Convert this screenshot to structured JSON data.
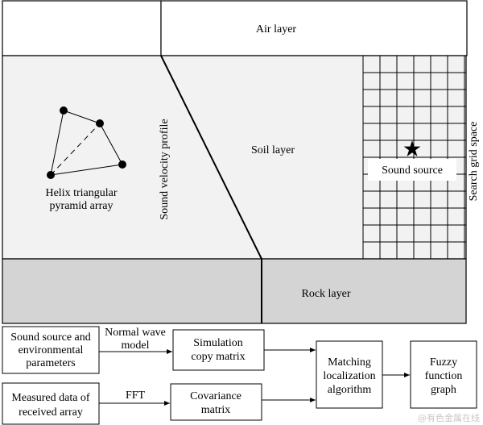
{
  "colors": {
    "soil_fill": "#f2f2f2",
    "rock_fill": "#d4d4d4",
    "line": "#000000",
    "watermark": "#c7c7c7"
  },
  "layers": {
    "air": "Air layer",
    "soil": "Soil layer",
    "rock": "Rock layer"
  },
  "labels": {
    "array": [
      "Helix triangular",
      "pyramid array"
    ],
    "sound_velocity_profile": "Sound velocity profile",
    "search_grid_space": "Search grid space",
    "sound_source": "Sound source"
  },
  "icons": {
    "sound_source_marker": "star-icon",
    "array_hydrophones": "dot-icon"
  },
  "flowchart": {
    "box_source_params": [
      "Sound source and",
      "environmental",
      "parameters"
    ],
    "box_measured": [
      "Measured data of",
      "received array"
    ],
    "box_simulation": [
      "Simulation",
      "copy matrix"
    ],
    "box_covariance": [
      "Covariance",
      "matrix"
    ],
    "box_matching": [
      "Matching",
      "localization",
      "algorithm"
    ],
    "box_fuzzy": [
      "Fuzzy",
      "function",
      "graph"
    ],
    "edge_normal_wave": [
      "Normal wave",
      "model"
    ],
    "edge_fft": "FFT"
  },
  "watermark": "@有色金属在线"
}
